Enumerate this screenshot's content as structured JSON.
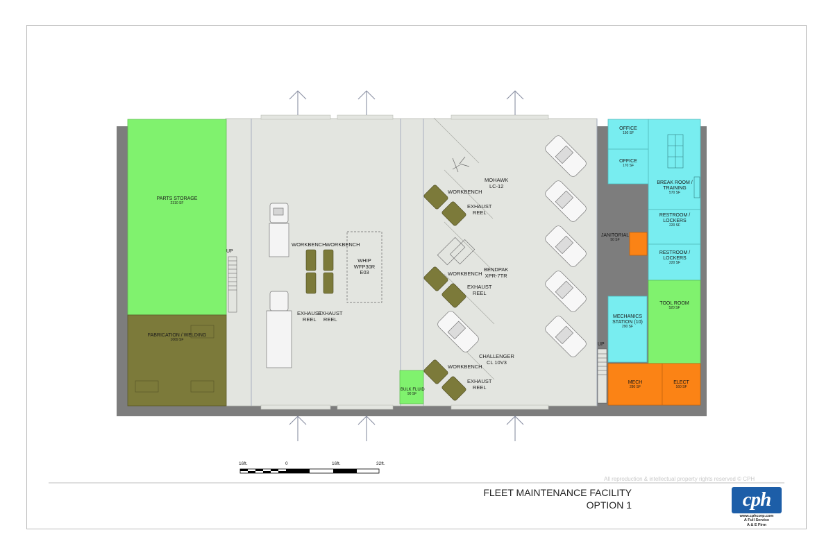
{
  "title": {
    "line1": "FLEET MAINTENANCE FACILITY",
    "line2": "OPTION 1"
  },
  "copyright": "All reproduction & intellectual property rights reserved © CPH",
  "logo": {
    "text": "cph",
    "url": "www.cphcorp.com",
    "tag1": "A Full Service",
    "tag2": "A & E Firm"
  },
  "scale_bar": {
    "labels": [
      "16ft.",
      "0",
      "16ft.",
      "32ft."
    ]
  },
  "rooms": {
    "parts_storage": {
      "name": "PARTS STORAGE",
      "area": "2310 SF"
    },
    "fabrication": {
      "name": "FABRICATION / WELDING",
      "area": "1069 SF"
    },
    "bulk_fluid": {
      "name": "BULK FLUID",
      "area": "90 SF"
    },
    "office1": {
      "name": "OFFICE",
      "area": "150 SF"
    },
    "office2": {
      "name": "OFFICE",
      "area": "170 SF"
    },
    "break_room": {
      "name": "BREAK ROOM / TRAINING",
      "area": "570 SF"
    },
    "restroom1": {
      "name": "RESTROOM / LOCKERS",
      "area": "220 SF"
    },
    "restroom2": {
      "name": "RESTROOM / LOCKERS",
      "area": "220 SF"
    },
    "janitorial": {
      "name": "JANITORIAL",
      "area": "50 SF"
    },
    "tool_room": {
      "name": "TOOL ROOM",
      "area": "520 SF"
    },
    "mechanics": {
      "name": "MECHANICS STATION (10)",
      "area": "290 SF"
    },
    "mech": {
      "name": "MECH",
      "area": "280 SF"
    },
    "elect": {
      "name": "ELECT",
      "area": "160 SF"
    }
  },
  "equipment": {
    "workbench": "WORKBENCH",
    "exhaust": "EXHAUST",
    "reel": "REEL",
    "whip": [
      "WHIP",
      "WFP30R",
      "E03"
    ],
    "mohawk": [
      "MOHAWK",
      "LC-12"
    ],
    "bendpak": [
      "BENDPAK",
      "XPR-7TR"
    ],
    "challenger": [
      "CHALLENGER",
      "CL 10V3"
    ],
    "up": "UP"
  },
  "colors": {
    "green": "#80f26e",
    "olive": "#7c7a3a",
    "cyan": "#78edf0",
    "orange": "#fb8315",
    "floor": "#e3e5e0"
  }
}
